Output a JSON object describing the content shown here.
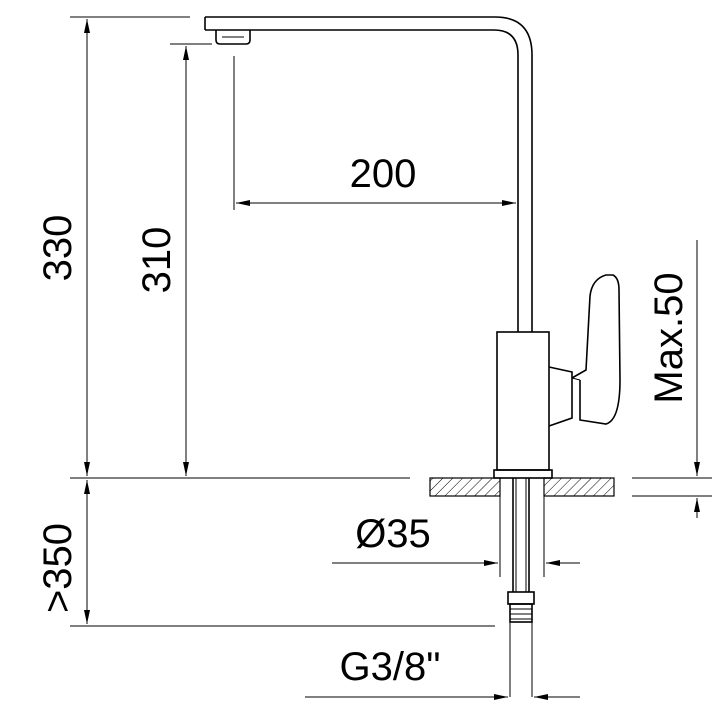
{
  "diagram": {
    "dimensions": {
      "total_height": "330",
      "spout_height": "310",
      "spout_reach": "200",
      "max_deck_thickness": "Max.50",
      "hole_diameter": "Ø35",
      "under_deck_length": ">350",
      "connection_thread": "G3/8\""
    }
  }
}
